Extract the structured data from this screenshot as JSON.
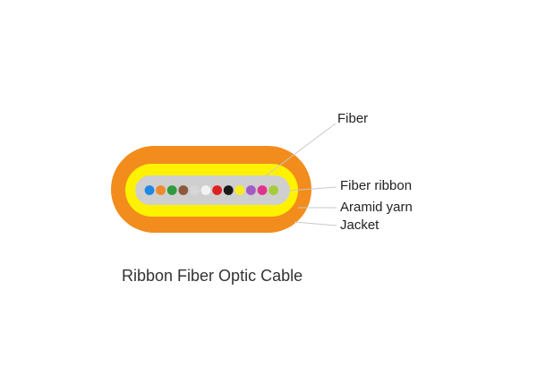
{
  "labels": {
    "fiber": "Fiber",
    "fiber_ribbon": "Fiber ribbon",
    "aramid_yarn": "Aramid yarn",
    "jacket": "Jacket"
  },
  "caption": "Ribbon Fiber Optic Cable",
  "colors": {
    "jacket": "#f28c1c",
    "aramid_yarn": "#fff200",
    "ribbon_matrix": "#cfcfcf",
    "fibers": [
      "#1e88e5",
      "#ef8a2c",
      "#2e9b3e",
      "#8b5a3c",
      "#d6d6d6",
      "#f2f2f2",
      "#e02020",
      "#1a1a1a",
      "#f7ec1a",
      "#a15bc4",
      "#e0348c",
      "#a6cc3a"
    ]
  }
}
